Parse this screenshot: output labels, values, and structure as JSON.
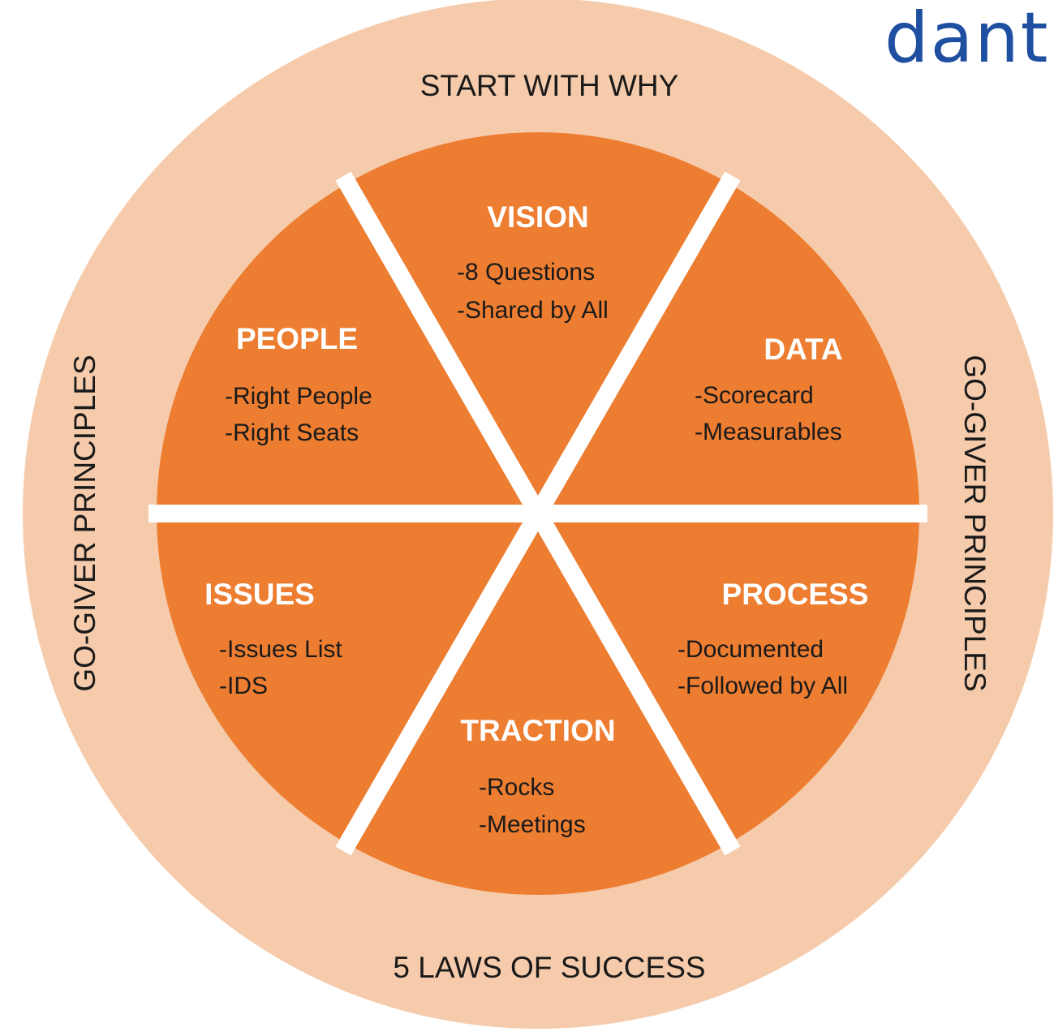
{
  "logo": {
    "text": "dant"
  },
  "colors": {
    "outer_ring": "#f6cbab",
    "segment_fill": "#ed7d31",
    "separator": "#ffffff",
    "logo": "#1f4fa0"
  },
  "ring_labels": {
    "top": "START WITH WHY",
    "bottom": "5 LAWS OF SUCCESS",
    "left": "GO-GIVER PRINCIPLES",
    "right": "GO-GIVER PRINCIPLES"
  },
  "segments": [
    {
      "title": "VISION",
      "items": [
        "-8 Questions",
        "-Shared by All"
      ]
    },
    {
      "title": "DATA",
      "items": [
        "-Scorecard",
        "-Measurables"
      ]
    },
    {
      "title": "PROCESS",
      "items": [
        "-Documented",
        "-Followed by All"
      ]
    },
    {
      "title": "TRACTION",
      "items": [
        "-Rocks",
        "-Meetings"
      ]
    },
    {
      "title": "ISSUES",
      "items": [
        "-Issues List",
        "-IDS"
      ]
    },
    {
      "title": "PEOPLE",
      "items": [
        "-Right People",
        "-Right Seats"
      ]
    }
  ]
}
